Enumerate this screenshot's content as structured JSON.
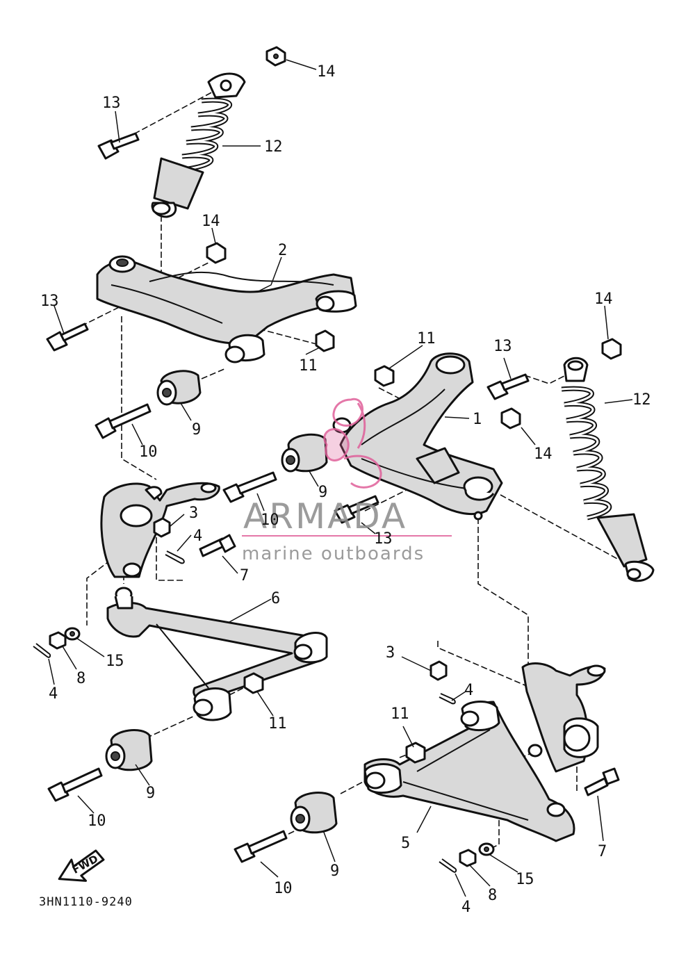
{
  "diagram_code": "3HN1110-9240",
  "fwd_label": "FWD",
  "watermark": {
    "brand": "ARMADA",
    "tagline": "marine outboards",
    "accent_color": "#e0609a",
    "text_color": "#8a8a8a"
  },
  "callouts": [
    "14",
    "13",
    "12",
    "14",
    "2",
    "13",
    "11",
    "9",
    "10",
    "11",
    "13",
    "1",
    "14",
    "12",
    "14",
    "9",
    "10",
    "13",
    "3",
    "4",
    "7",
    "6",
    "15",
    "8",
    "4",
    "11",
    "9",
    "10",
    "3",
    "4",
    "11",
    "5",
    "7",
    "9",
    "10",
    "15",
    "8",
    "4"
  ]
}
